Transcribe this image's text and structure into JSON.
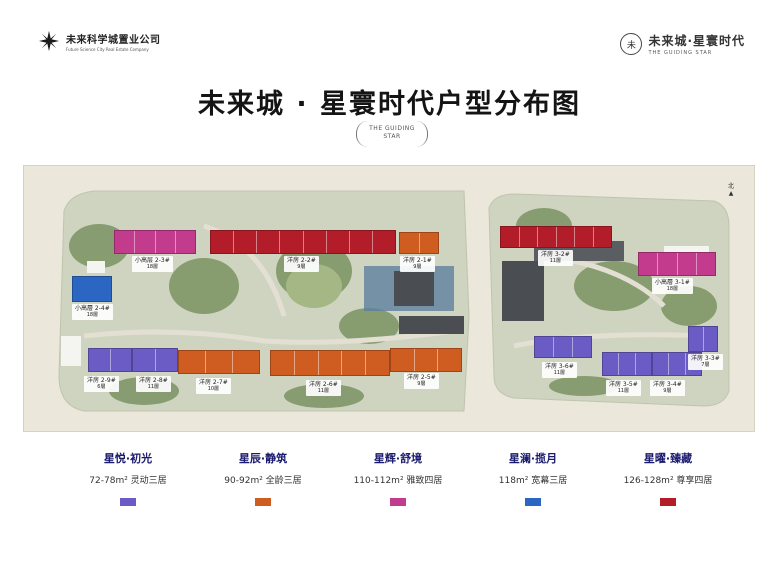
{
  "header": {
    "developer_name": "未来科学城置业公司",
    "developer_en": "Future Science City Real Estate Company",
    "project_logo_cn": "未来城·星寰时代",
    "project_logo_en": "THE GUIDING STAR",
    "title": "未来城 · 星寰时代户型分布图",
    "subtitle_line1": "THE GUIDING",
    "subtitle_line2": "STAR"
  },
  "map": {
    "compass_label": "北",
    "buildings": [
      {
        "id": "2-3",
        "name": "小高层 2-3#",
        "floors": "18層",
        "color": "pink",
        "units": 4
      },
      {
        "id": "2-2",
        "name": "洋房 2-2#",
        "floors": "9層",
        "color": "red",
        "units": 8
      },
      {
        "id": "2-1",
        "name": "洋房 2-1#",
        "floors": "9層",
        "color": "orange",
        "units": 2
      },
      {
        "id": "2-4",
        "name": "小高層 2-4#",
        "floors": "18層",
        "color": "blue",
        "units": 1
      },
      {
        "id": "2-9",
        "name": "洋房 2-9#",
        "floors": "6層",
        "color": "purple",
        "units": 2
      },
      {
        "id": "2-8",
        "name": "洋房 2-8#",
        "floors": "11層",
        "color": "purple",
        "units": 2
      },
      {
        "id": "2-7",
        "name": "洋房 2-7#",
        "floors": "10層",
        "color": "orange",
        "units": 3
      },
      {
        "id": "2-6",
        "name": "洋房 2-6#",
        "floors": "11層",
        "color": "orange",
        "units": 5
      },
      {
        "id": "2-5",
        "name": "洋房 2-5#",
        "floors": "9層",
        "color": "orange",
        "units": 3
      },
      {
        "id": "3-2",
        "name": "洋房 3-2#",
        "floors": "11層",
        "color": "red",
        "units": 6
      },
      {
        "id": "3-1",
        "name": "小高層 3-1#",
        "floors": "18層",
        "color": "pink",
        "units": 4
      },
      {
        "id": "3-6",
        "name": "洋房 3-6#",
        "floors": "11層",
        "color": "purple",
        "units": 3
      },
      {
        "id": "3-5",
        "name": "洋房 3-5#",
        "floors": "11層",
        "color": "purple",
        "units": 3
      },
      {
        "id": "3-4",
        "name": "洋房 3-4#",
        "floors": "9層",
        "color": "purple",
        "units": 3
      },
      {
        "id": "3-3",
        "name": "洋房 3-3#",
        "floors": "7層",
        "color": "purple",
        "units": 2
      }
    ]
  },
  "legend": [
    {
      "name": "星悦·初光",
      "desc": "72-78m² 灵动三居",
      "color": "#6b5bc4"
    },
    {
      "name": "星辰·静筑",
      "desc": "90-92m² 全龄三居",
      "color": "#cf5d22"
    },
    {
      "name": "星辉·舒境",
      "desc": "110-112m² 雅致四居",
      "color": "#c23b8c"
    },
    {
      "name": "星澜·揽月",
      "desc": "118m² 宽幕三居",
      "color": "#2b66c3"
    },
    {
      "name": "星曜·臻藏",
      "desc": "126-128m² 尊享四居",
      "color": "#b31d2a"
    }
  ],
  "colors": {
    "purple": "#6b5bc4",
    "orange": "#cf5d22",
    "pink": "#c23b8c",
    "blue": "#2b66c3",
    "red": "#b31d2a",
    "title": "#141414",
    "legend_text": "#1a1a6e"
  }
}
